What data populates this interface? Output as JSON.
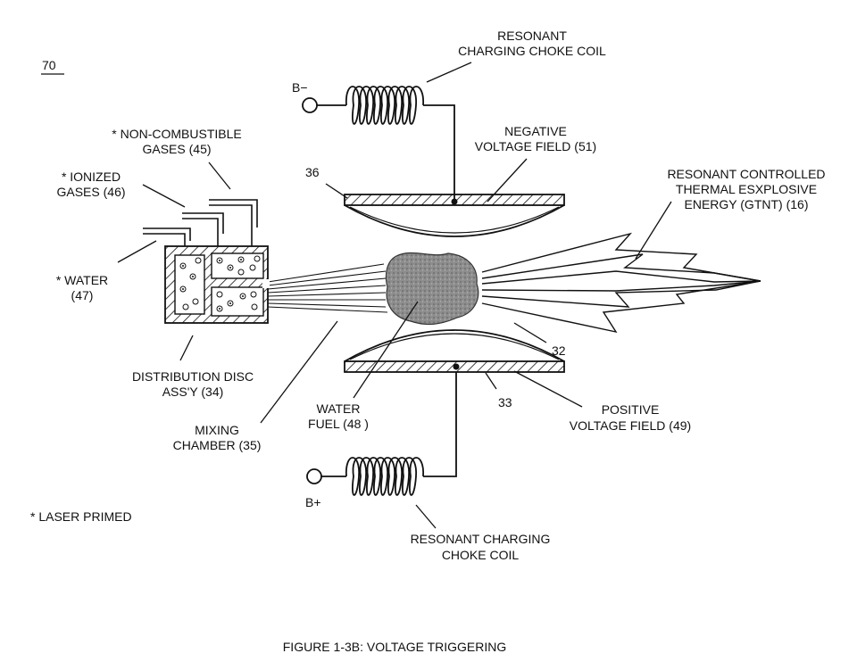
{
  "figure_number": "70",
  "caption": "FIGURE 1-3B: VOLTAGE TRIGGERING",
  "footnote": "* LASER PRIMED",
  "labels": {
    "top_coil": [
      "RESONANT",
      "CHARGING CHOKE COIL"
    ],
    "b_minus": "B−",
    "negative_field": [
      "NEGATIVE",
      "VOLTAGE FIELD (51)"
    ],
    "ref_36": "36",
    "thermal_energy": [
      "RESONANT CONTROLLED",
      "THERMAL ESXPLOSIVE",
      "ENERGY (GTNT) (16)"
    ],
    "non_combustible": [
      "* NON-COMBUSTIBLE",
      "GASES (45)"
    ],
    "ionized": [
      "* IONIZED",
      "GASES (46)"
    ],
    "water": [
      "* WATER",
      "(47)"
    ],
    "ref_32": "32",
    "distribution": [
      "DISTRIBUTION DISC",
      "ASS'Y (34)"
    ],
    "water_fuel": [
      "WATER",
      "FUEL (48 )"
    ],
    "ref_33": "33",
    "positive_field": [
      "POSITIVE",
      "VOLTAGE FIELD (49)"
    ],
    "mixing": [
      "MIXING",
      "CHAMBER (35)"
    ],
    "b_plus": "B+",
    "bottom_coil": [
      "RESONANT CHARGING",
      "CHOKE COIL"
    ]
  }
}
